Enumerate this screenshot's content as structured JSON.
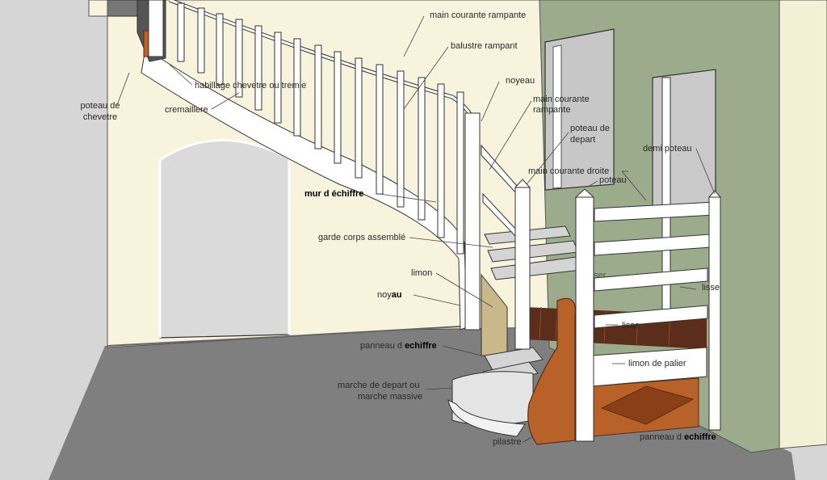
{
  "labels": {
    "main_courante_rampante_top": "main courante rampante",
    "balustre_rampant": "balustre rampant",
    "noyeau": "noyeau",
    "main_courante_rampante_2a": "main courante",
    "main_courante_rampante_2b": "rampante",
    "poteau_de_depart_a": "poteau de",
    "poteau_de_depart_b": "depart",
    "main_courante_droite": "main courante droite",
    "poteau": "poteau",
    "demi_poteau": "demi poteau",
    "habillage_chevetre": "habillage chevetre ou tremie",
    "poteau_de_chevetre_a": "poteau de",
    "poteau_de_chevetre_b": "chevetre",
    "cremaillere": "cremaillere",
    "mur_d_echiffre": "mur d échiffre",
    "garde_corps_assemble": "garde corps assemblé",
    "limon": "limon",
    "noyau_pre": "noy",
    "noyau_bold": "au",
    "panneau_echiffre_1_pre": "panneau d",
    "panneau_echiffre_1_bold": "echiffre",
    "marche_de_depart_a": "marche de depart ou",
    "marche_de_depart_b": "marche massive",
    "pilastre": "pilastre",
    "lisse_1": "lisse",
    "lisse_2": "lisse",
    "limon_de_palier": "limon de palier",
    "panneau_echiffre_2_pre": "panneau d",
    "panneau_echiffre_2_bold": "echiffre",
    "partial_ser": "ser"
  },
  "colors": {
    "wall_cream": "#f7f3dc",
    "wall_green": "#9bab8c",
    "floor_grey": "#7f7f7f",
    "background": "#d6d6d6",
    "white_wood": "#ffffff",
    "oak": "#b8622a",
    "tread_grey": "#d4d4d4",
    "dark_wood": "#5a2e1a",
    "leader": "#444444"
  }
}
